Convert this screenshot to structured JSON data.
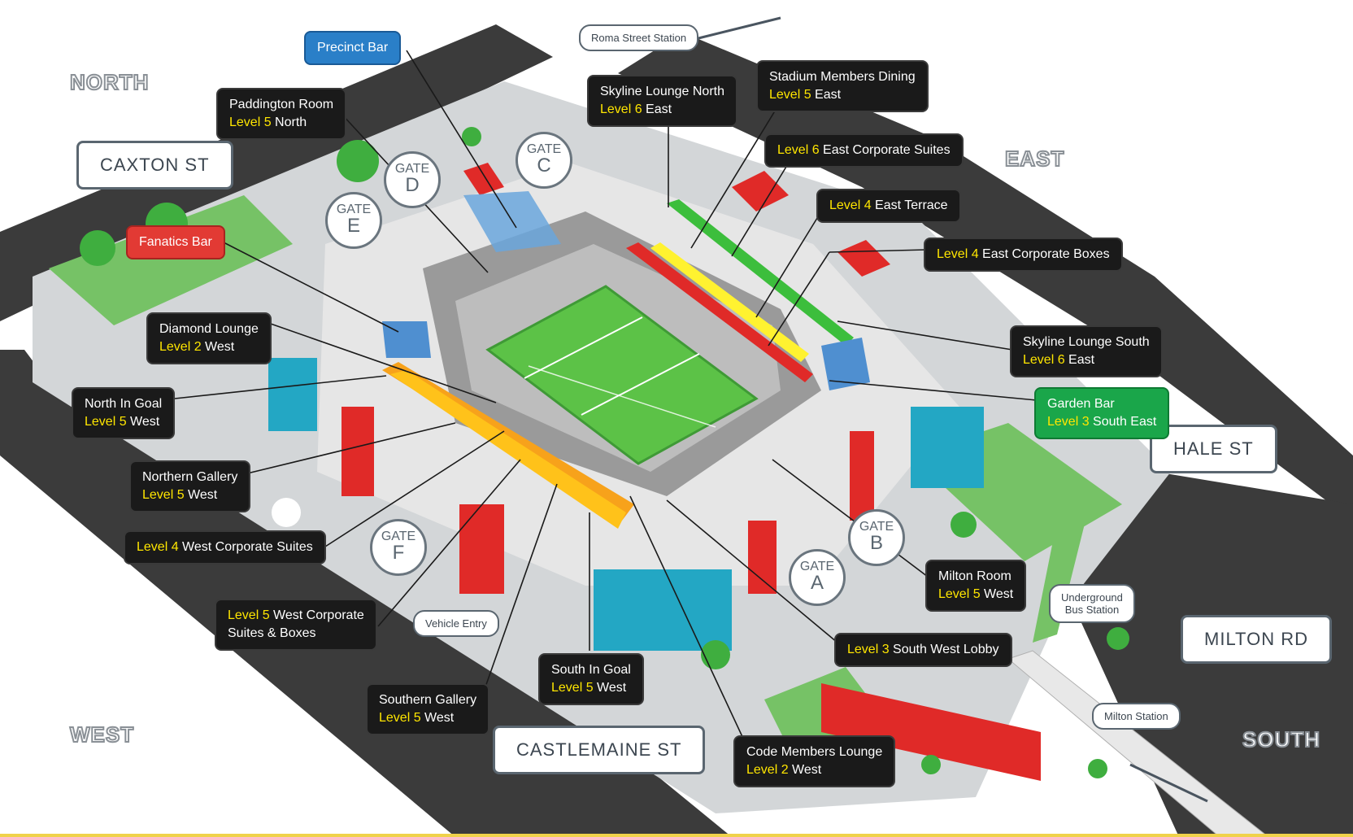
{
  "compass": {
    "north": "NORTH",
    "east": "EAST",
    "west": "WEST",
    "south": "SOUTH"
  },
  "streets": {
    "caxton": "CAXTON ST",
    "hale": "HALE ST",
    "milton": "MILTON RD",
    "castlemaine": "CASTLEMAINE ST"
  },
  "callouts": {
    "roma": "Roma Street Station",
    "vehicle": "Vehicle Entry",
    "bus": [
      "Underground",
      "Bus Station"
    ],
    "milton_station": "Milton Station"
  },
  "gates": [
    {
      "word": "GATE",
      "letter": "A"
    },
    {
      "word": "GATE",
      "letter": "B"
    },
    {
      "word": "GATE",
      "letter": "C"
    },
    {
      "word": "GATE",
      "letter": "D"
    },
    {
      "word": "GATE",
      "letter": "E"
    },
    {
      "word": "GATE",
      "letter": "F"
    }
  ],
  "labels": {
    "precinct": {
      "name": "Precinct Bar"
    },
    "paddington": {
      "name": "Paddington Room",
      "level": "Level 5",
      "side": "North"
    },
    "fanatics": {
      "name": "Fanatics Bar"
    },
    "diamond": {
      "name": "Diamond Lounge",
      "level": "Level 2",
      "side": "West"
    },
    "north_in_goal": {
      "name": "North In Goal",
      "level": "Level 5",
      "side": "West"
    },
    "northern_gallery": {
      "name": "Northern Gallery",
      "level": "Level 5",
      "side": "West"
    },
    "west_corp_suites": {
      "level": "Level 4",
      "name": "West Corporate Suites"
    },
    "west_corp_boxes": {
      "level": "Level 5",
      "name": "West Corporate",
      "name2": "Suites & Boxes"
    },
    "southern_gallery": {
      "name": "Southern Gallery",
      "level": "Level 5",
      "side": "West"
    },
    "south_in_goal": {
      "name": "South In Goal",
      "level": "Level 5",
      "side": "West"
    },
    "code_members": {
      "name": "Code Members Lounge",
      "level": "Level 2",
      "side": "West"
    },
    "skyline_north": {
      "name": "Skyline Lounge North",
      "level": "Level 6",
      "side": "East"
    },
    "stadium_members": {
      "name": "Stadium Members Dining",
      "level": "Level 5",
      "side": "East"
    },
    "east_corp_suites": {
      "level": "Level 6",
      "name": "East Corporate Suites"
    },
    "east_terrace": {
      "level": "Level 4",
      "name": "East Terrace"
    },
    "east_corp_boxes": {
      "level": "Level 4",
      "name": "East Corporate Boxes"
    },
    "skyline_south": {
      "name": "Skyline Lounge South",
      "level": "Level 6",
      "side": "East"
    },
    "garden_bar": {
      "name": "Garden Bar",
      "level": "Level 3",
      "side": "South East"
    },
    "milton_room": {
      "name": "Milton Room",
      "level": "Level 5",
      "side": "West"
    },
    "sw_lobby": {
      "level": "Level 3",
      "name": "South  West Lobby"
    }
  },
  "colors": {
    "road": "#3b3b3b",
    "ground": "#cfd2d4",
    "pitch": "#5cc247",
    "seat_grey": "#8c8c8c",
    "orange": "#f7a21b",
    "yellow": "#fff230",
    "green_band": "#3cbe3c",
    "red": "#e02a28",
    "teal": "#23a7c4",
    "label_bg": "#1a1a1a",
    "level_text": "#ffe600"
  }
}
